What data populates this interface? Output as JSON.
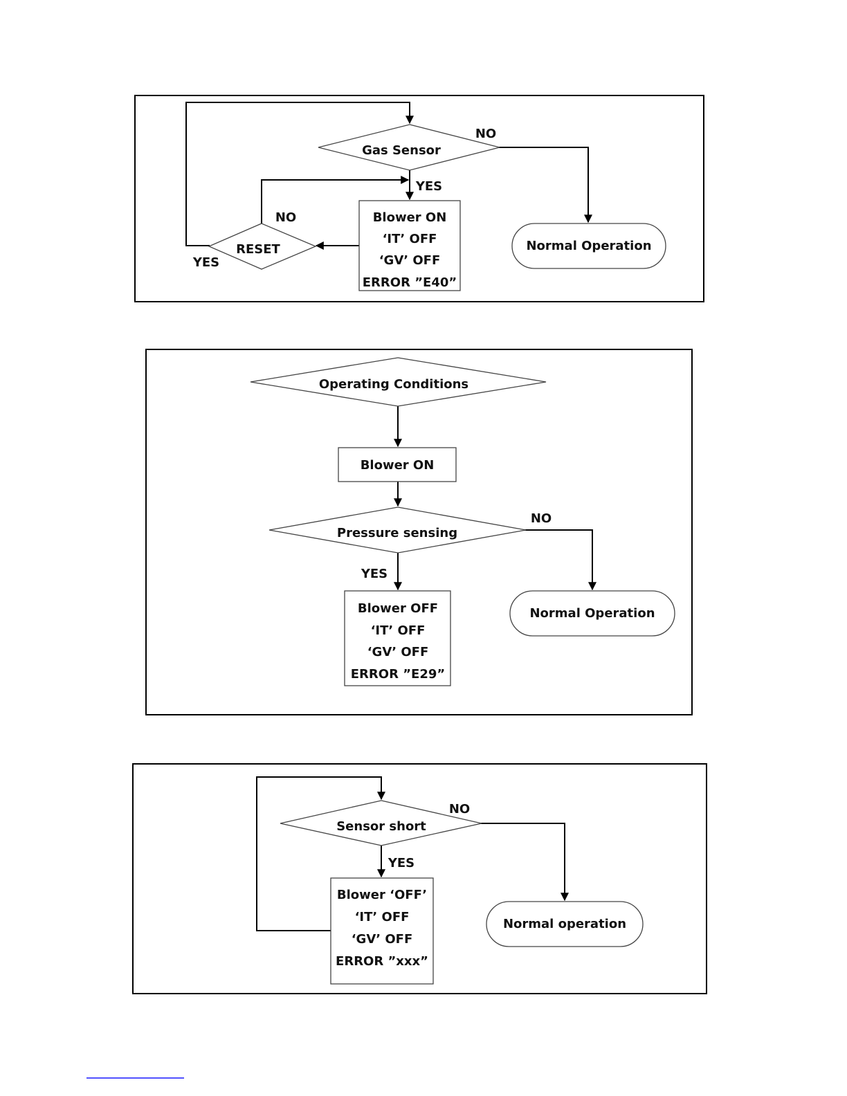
{
  "diagram1": {
    "decision": "Gas Sensor",
    "no_label": "NO",
    "yes_label": "YES",
    "action": [
      "Blower ON",
      "‘IT’ OFF",
      "‘GV’ OFF",
      "ERROR ”E40”"
    ],
    "reset": "RESET",
    "reset_no": "NO",
    "reset_yes": "YES",
    "terminal": "Normal Operation"
  },
  "diagram2": {
    "decision": "Operating Conditions",
    "step": "Blower ON",
    "decision2": "Pressure sensing",
    "no_label": "NO",
    "yes_label": "YES",
    "action": [
      "Blower OFF",
      "‘IT’ OFF",
      "‘GV’ OFF",
      "ERROR ”E29”"
    ],
    "terminal": "Normal Operation"
  },
  "diagram3": {
    "decision": "Sensor short",
    "no_label": "NO",
    "yes_label": "YES",
    "action": [
      "Blower ‘OFF’",
      "‘IT’ OFF",
      "‘GV’ OFF",
      "ERROR ”xxx”"
    ],
    "terminal": "Normal operation"
  }
}
